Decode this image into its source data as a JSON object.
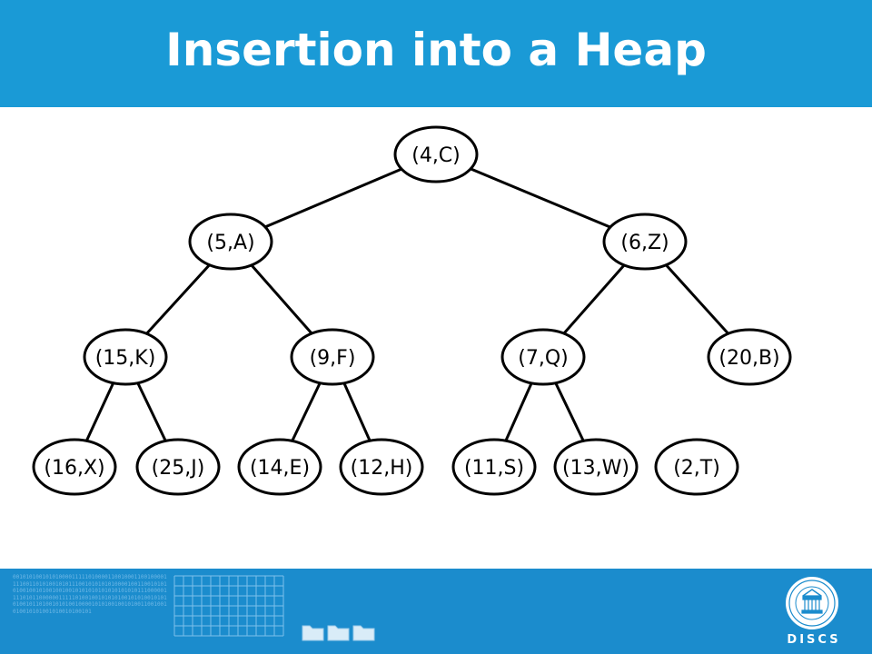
{
  "header": {
    "title": "Insertion into a Heap"
  },
  "heap": {
    "nodes": [
      {
        "id": "n0",
        "label": "(4,C)"
      },
      {
        "id": "n1",
        "label": "(5,A)"
      },
      {
        "id": "n2",
        "label": "(6,Z)"
      },
      {
        "id": "n3",
        "label": "(15,K)"
      },
      {
        "id": "n4",
        "label": "(9,F)"
      },
      {
        "id": "n5",
        "label": "(7,Q)"
      },
      {
        "id": "n6",
        "label": "(20,B)"
      },
      {
        "id": "n7",
        "label": "(16,X)"
      },
      {
        "id": "n8",
        "label": "(25,J)"
      },
      {
        "id": "n9",
        "label": "(14,E)"
      },
      {
        "id": "n10",
        "label": "(12,H)"
      },
      {
        "id": "n11",
        "label": "(11,S)"
      },
      {
        "id": "n12",
        "label": "(13,W)"
      },
      {
        "id": "n13",
        "label": "(2,T)"
      }
    ],
    "edges": [
      [
        "n0",
        "n1"
      ],
      [
        "n0",
        "n2"
      ],
      [
        "n1",
        "n3"
      ],
      [
        "n1",
        "n4"
      ],
      [
        "n2",
        "n5"
      ],
      [
        "n2",
        "n6"
      ],
      [
        "n3",
        "n7"
      ],
      [
        "n3",
        "n8"
      ],
      [
        "n4",
        "n9"
      ],
      [
        "n4",
        "n10"
      ],
      [
        "n5",
        "n11"
      ],
      [
        "n5",
        "n12"
      ]
    ]
  },
  "footer": {
    "brand": "DISCS",
    "binary_text": "0010101001010100001111101000011001000110010000111100110101001010111001010101010000100110010101010010010100100100101010101010101010101110000011110101100000011111010010010101010010101001010101001011010010101001000010101001001010011001001010010101001010010100101"
  },
  "colors": {
    "header_bg": "#1a9ad6",
    "footer_bg": "#1b8ccd",
    "node_stroke": "#000000",
    "node_fill": "#ffffff"
  }
}
